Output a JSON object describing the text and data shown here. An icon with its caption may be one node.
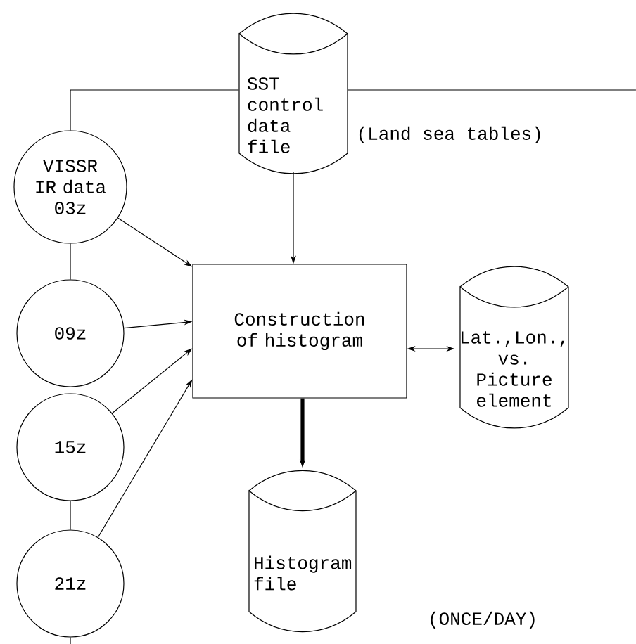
{
  "diagram": {
    "nodes": [
      {
        "text": [
          "SST control data file"
        ],
        "beside": [
          "(Land sea tables)"
        ]
      },
      {
        "text": [
          "VISSR IR data 03z"
        ]
      },
      {
        "text": [
          "09z"
        ]
      },
      {
        "text": [
          "15z"
        ]
      },
      {
        "text": [
          "21z"
        ]
      },
      {
        "text": [
          "Construction of histogram"
        ]
      },
      {
        "text": [
          "Lat.,Lon., vs. Picture element"
        ]
      },
      {
        "text": [
          "Histogram file"
        ]
      }
    ],
    "edges": [
      {
        "from": 1,
        "to": 5,
        "arrow": "to"
      },
      {
        "from": 2,
        "to": 5,
        "arrow": "to"
      },
      {
        "from": 3,
        "to": 5,
        "arrow": "to"
      },
      {
        "from": 4,
        "to": 5,
        "arrow": "to"
      },
      {
        "from": 0,
        "to": 5,
        "arrow": "to"
      },
      {
        "from": 5,
        "to": 6,
        "arrow": "both"
      },
      {
        "from": 5,
        "to": 7,
        "arrow": "to",
        "style": "thick"
      },
      {
        "from": 0,
        "to": 1,
        "arrow": "none"
      },
      {
        "from": 1,
        "to": 2,
        "arrow": "none"
      },
      {
        "from": 3,
        "to": 4,
        "arrow": "none"
      },
      {
        "from": 4,
        "to": null,
        "arrow": "none"
      },
      {
        "from": 0,
        "to": null,
        "arrow": "none"
      }
    ],
    "labels": [
      "(ONCE/DAY)"
    ]
  }
}
